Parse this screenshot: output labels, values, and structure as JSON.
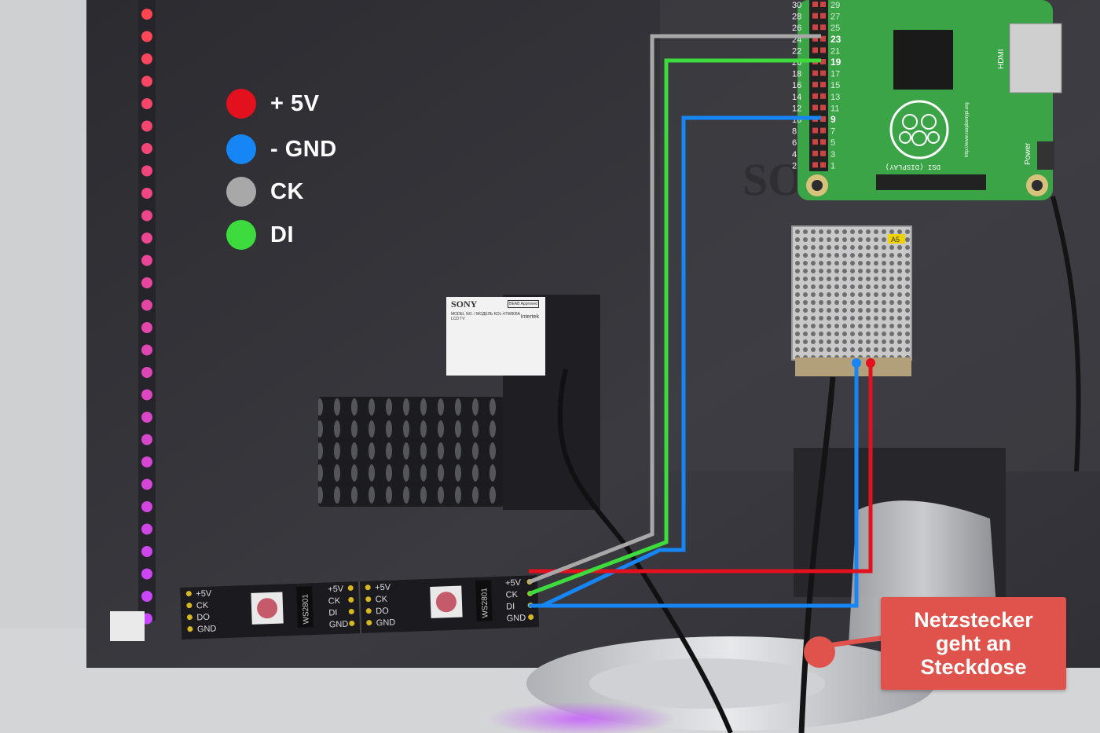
{
  "legend": {
    "items": [
      {
        "label": "+ 5V",
        "color": "#e3101e"
      },
      {
        "label": "- GND",
        "color": "#1685f5"
      },
      {
        "label": "CK",
        "color": "#a8a8a8"
      },
      {
        "label": "DI",
        "color": "#3ddb3d"
      }
    ]
  },
  "strip": {
    "pins": [
      "+5V",
      "CK",
      "DO",
      "GND"
    ],
    "pins_right": [
      "+5V",
      "CK",
      "DI",
      "GND"
    ],
    "chip": "WS2801",
    "end_pins": [
      "+5V",
      "CK",
      "DI",
      "GND"
    ]
  },
  "raspberry_pi": {
    "left_pins": [
      "30",
      "28",
      "26",
      "24",
      "22",
      "20",
      "18",
      "16",
      "14",
      "12",
      "10",
      "8",
      "6",
      "4",
      "2"
    ],
    "right_pins": [
      "29",
      "27",
      "25",
      "23",
      "21",
      "19",
      "17",
      "15",
      "13",
      "11",
      "9",
      "7",
      "5",
      "3",
      "1"
    ],
    "highlighted": [
      "23",
      "19",
      "9"
    ],
    "labels": {
      "hdmi": "HDMI",
      "dsi": "DSI (DISPLAY)",
      "power": "Power",
      "url": "http://www.raspberrypi.org"
    }
  },
  "tv_label": {
    "brand": "SONY",
    "model": "MODEL NO. / МОДЕЛЬ KDL-47W805A",
    "type": "LCD TV",
    "approved": "BEAB Approved",
    "tester": "Intertek"
  },
  "psu_badge": "A5",
  "callout": {
    "lines": [
      "Netzstecker",
      "geht an",
      "Steckdose"
    ]
  },
  "colors": {
    "red": "#e3101e",
    "blue": "#1685f5",
    "grey": "#a8a8a8",
    "green": "#3ddb3d",
    "callout": "#e0534d",
    "pcb": "#3aa447"
  }
}
